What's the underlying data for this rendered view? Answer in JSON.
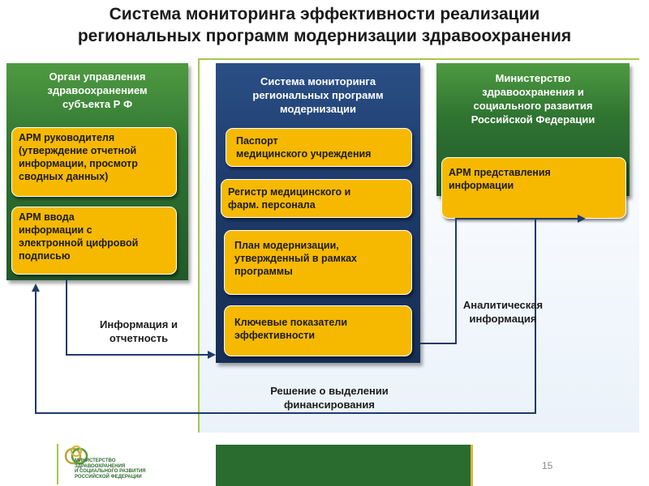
{
  "title": {
    "line1": "Система мониторинга эффективности реализации",
    "line2": "региональных программ модернизации здравоохранения"
  },
  "left_panel": {
    "title_lines": [
      "Орган управления",
      "здравоохранением",
      "субъекта  Р Ф"
    ],
    "boxes": [
      {
        "lines": [
          "АРМ руководителя",
          "(утверждение отчетной",
          "информации, просмотр",
          "сводных данных)"
        ]
      },
      {
        "lines": [
          "АРМ ввода",
          "информации с",
          "электронной цифровой",
          "подписью"
        ]
      }
    ]
  },
  "center_panel": {
    "title_lines": [
      "Система мониторинга",
      "региональных программ",
      "модернизации"
    ],
    "boxes": [
      {
        "lines": [
          "Паспорт",
          "медицинского учреждения"
        ]
      },
      {
        "lines": [
          "Регистр медицинского и",
          "фарм.  персонала"
        ]
      },
      {
        "lines": [
          "План модернизации,",
          "утвержденный в рамках",
          "программы"
        ]
      },
      {
        "lines": [
          "Ключевые показатели",
          "эффективности"
        ]
      }
    ]
  },
  "right_panel": {
    "title_lines": [
      "Министерство",
      "здравоохранения и",
      "социального развития",
      "Российской Федерации"
    ],
    "boxes": [
      {
        "lines": [
          "АРМ представления",
          "информации"
        ]
      }
    ]
  },
  "labels": {
    "info_reporting": [
      "Информация и",
      "отчетность"
    ],
    "analytical_info": [
      "Аналитическая",
      "информация"
    ],
    "funding_decision": [
      "Решение о выделении",
      "финансирования"
    ]
  },
  "logo": {
    "lines": [
      "МИНИСТЕРСТВО",
      "ЗДРАВООХРАНЕНИЯ",
      "И СОЦИАЛЬНОГО РАЗВИТИЯ",
      "РОССИЙСКОЙ ФЕДЕРАЦИИ"
    ]
  },
  "page_number": "15",
  "colors": {
    "panel_green": "#2f7431",
    "panel_blue": "#1e3b6b",
    "box_yellow": "#f6b900",
    "arrow_blue": "#1e3b6b",
    "frame_green": "#a8c64c"
  }
}
